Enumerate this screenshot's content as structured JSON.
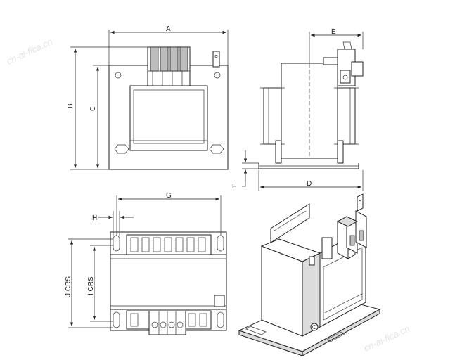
{
  "watermark": "cn-ai-fica.cn",
  "dimensions": {
    "a": "A",
    "b": "B",
    "c": "C",
    "d": "D",
    "e": "E",
    "f": "F",
    "g": "G",
    "h": "H",
    "i": "I CRS",
    "j": "J CRS"
  }
}
